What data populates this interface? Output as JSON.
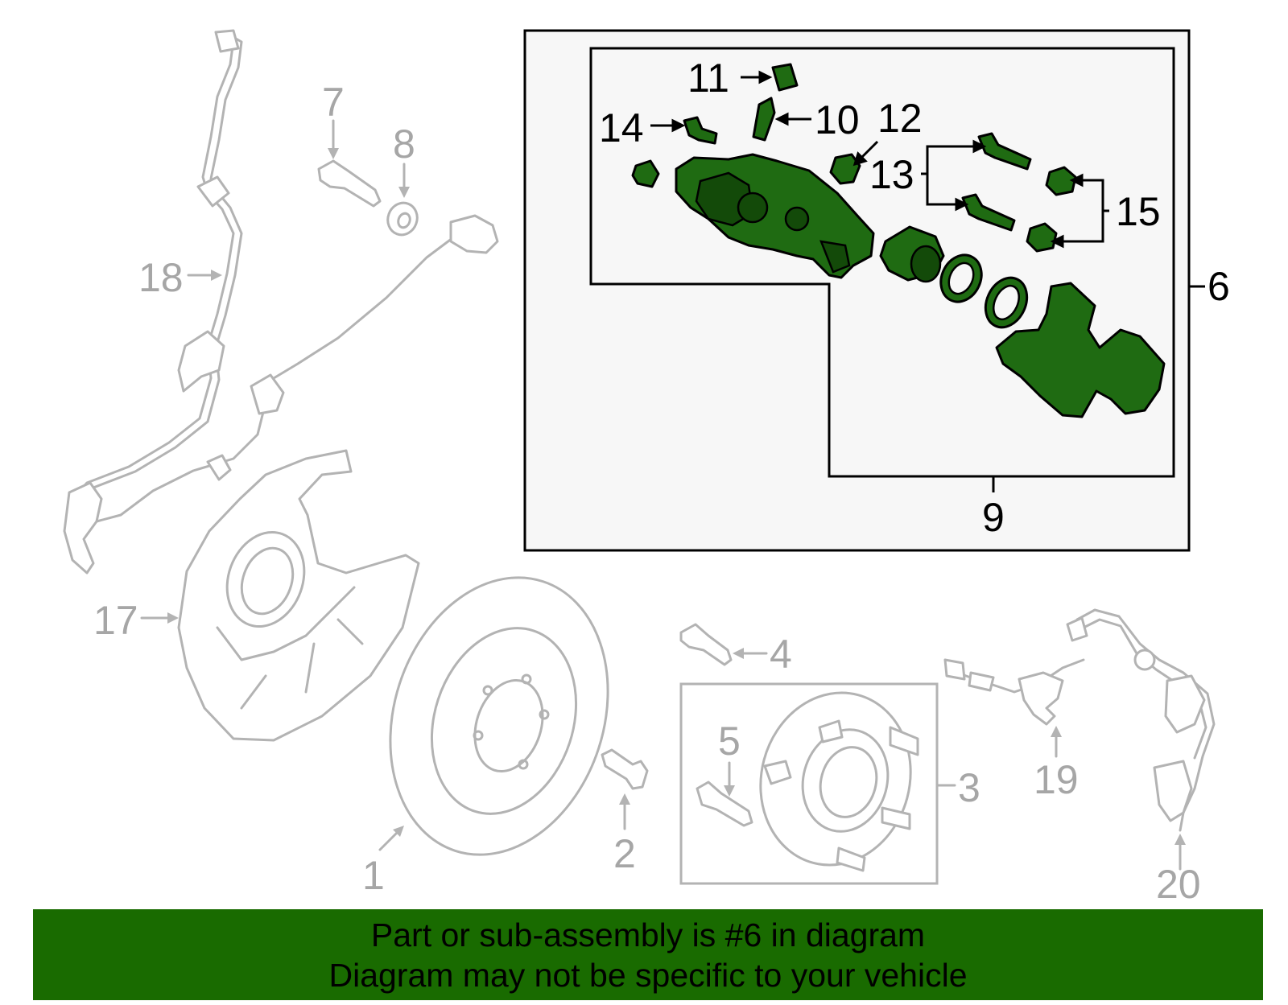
{
  "callouts": {
    "c1": "1",
    "c2": "2",
    "c3": "3",
    "c4": "4",
    "c5": "5",
    "c6": "6",
    "c7": "7",
    "c8": "8",
    "c9": "9",
    "c10": "10",
    "c11": "11",
    "c12": "12",
    "c13": "13",
    "c14": "14",
    "c15": "15",
    "c17": "17",
    "c18": "18",
    "c19": "19",
    "c20": "20"
  },
  "banner": {
    "line1": "Part or sub-assembly is #6 in diagram",
    "line2": "Diagram may not be specific to your vehicle"
  },
  "colors": {
    "highlight": "#196b00",
    "part_outline": "#b3b3b3",
    "callout_grey": "#a6a6a6"
  }
}
